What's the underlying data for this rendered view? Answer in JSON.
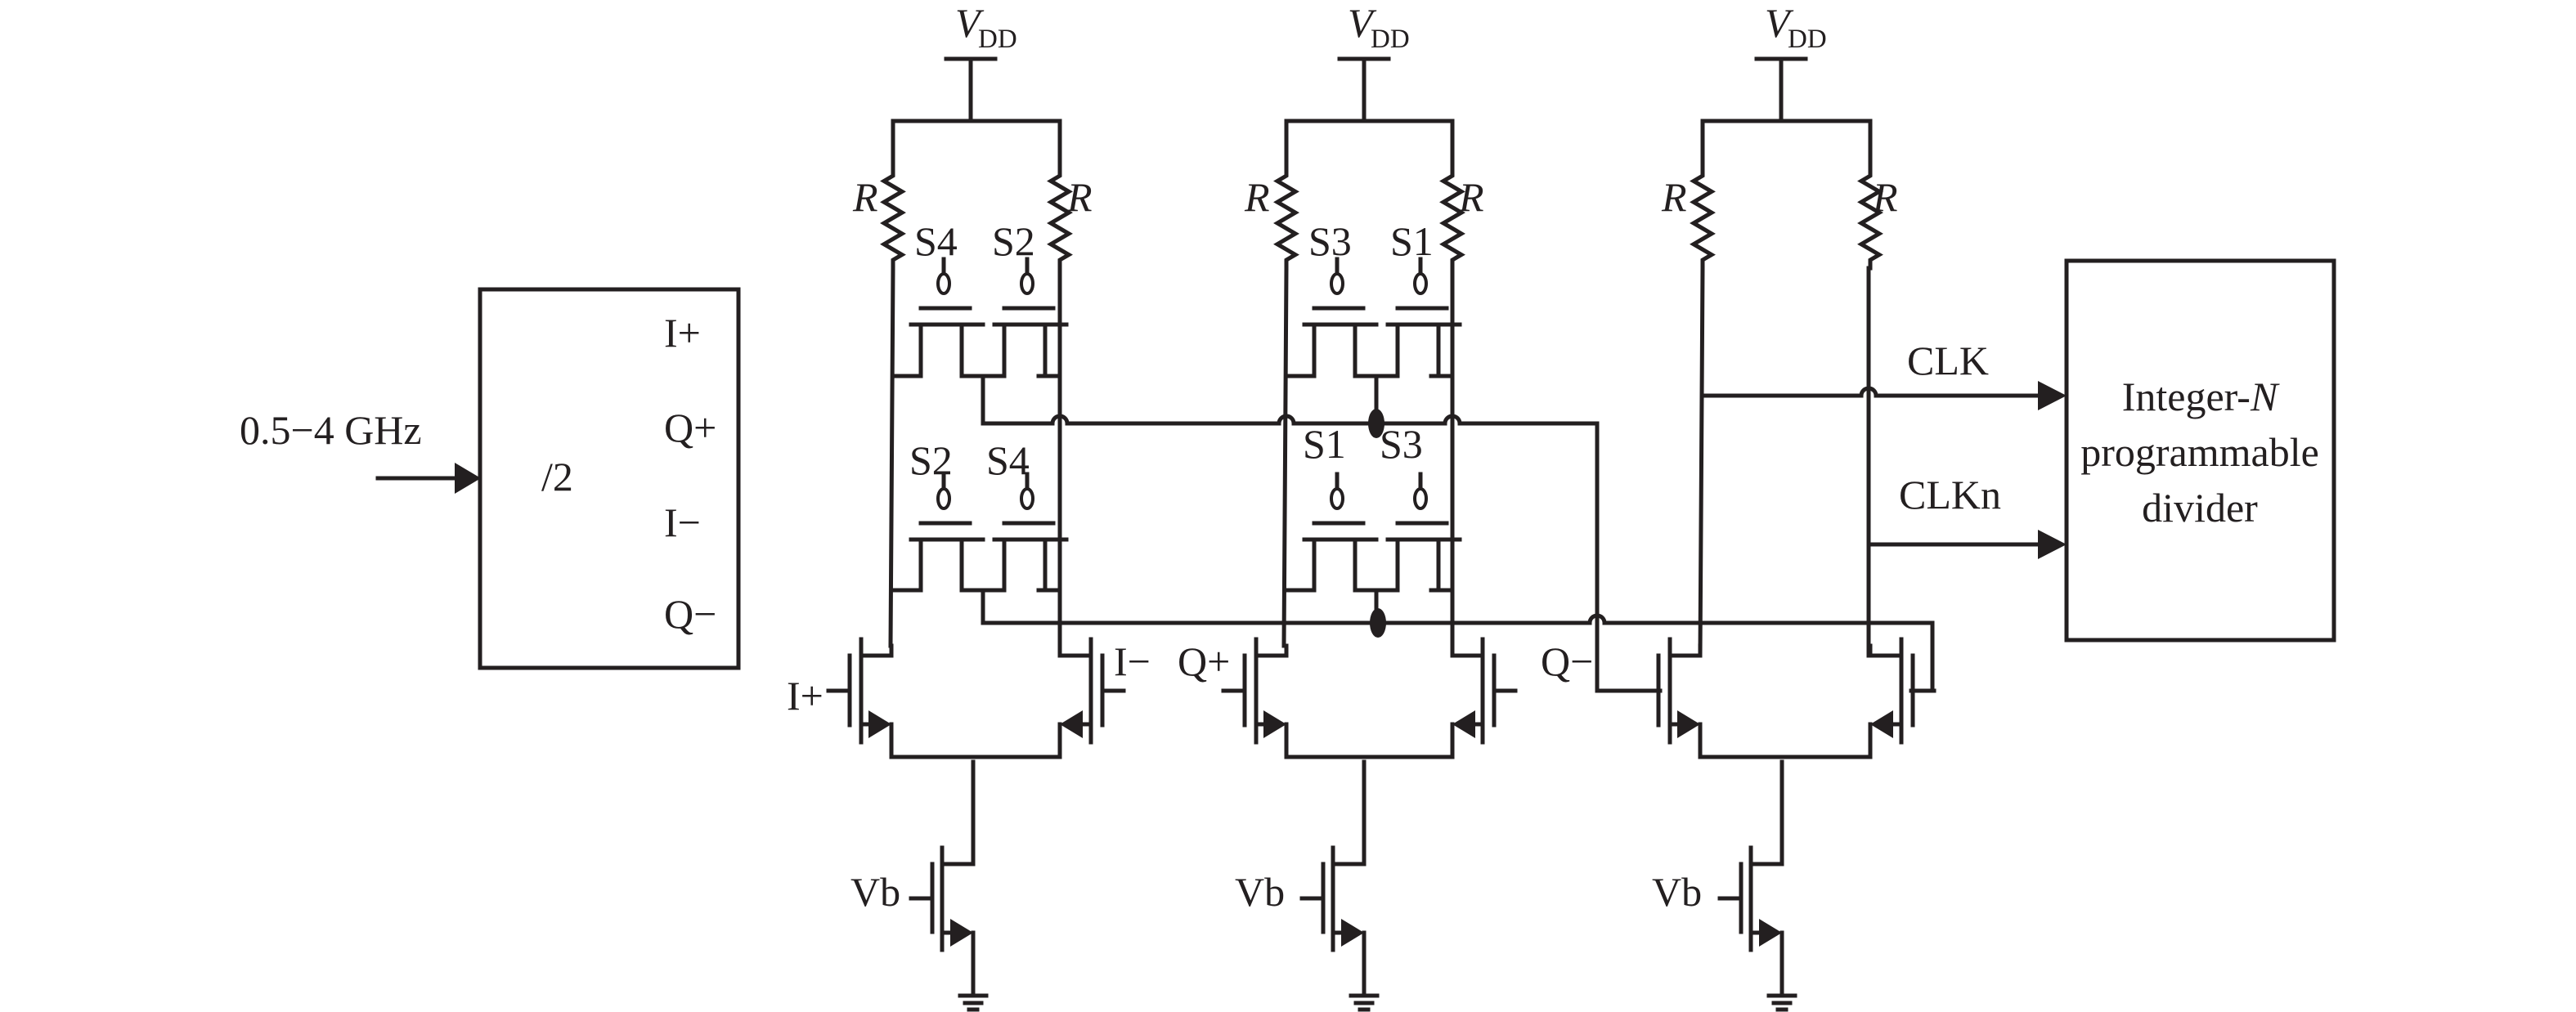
{
  "figure": {
    "input": {
      "frequency_label": "0.5−4 GHz"
    },
    "prescaler": {
      "label": "/2",
      "outputs": [
        "I+",
        "Q+",
        "I−",
        "Q−"
      ]
    },
    "supply_label": {
      "main": "V",
      "subscript": "DD"
    },
    "resistor_label": "R",
    "bias_label": "Vb",
    "stages": [
      {
        "name": "stage-1",
        "upper_switches": [
          "S4",
          "S2"
        ],
        "lower_switches": [
          "S2",
          "S4"
        ],
        "input_left": "I+",
        "input_right": "I−"
      },
      {
        "name": "stage-2",
        "upper_switches": [
          "S3",
          "S1"
        ],
        "lower_switches": [
          "S1",
          "S3"
        ],
        "input_left": "Q+",
        "input_right": "Q−"
      },
      {
        "name": "stage-3",
        "upper_switches": [],
        "lower_switches": [],
        "input_left": "",
        "input_right": ""
      }
    ],
    "outputs": {
      "clk": "CLK",
      "clkn": "CLKn"
    },
    "divider": {
      "line1_prefix": "Integer-",
      "line1_italic": "N",
      "line2": "programmable",
      "line3": "divider"
    },
    "colors": {
      "ink": "#231f20",
      "background": "#ffffff"
    }
  }
}
